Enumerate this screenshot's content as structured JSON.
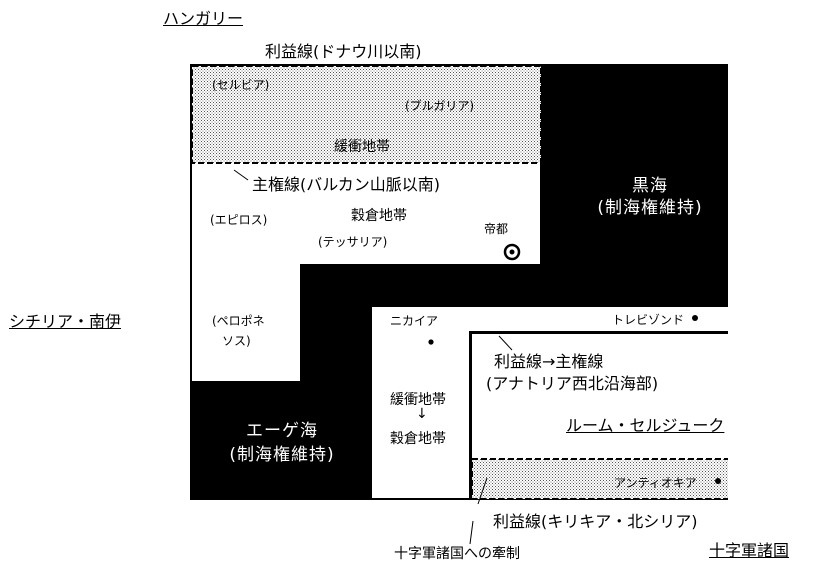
{
  "regions": {
    "hungary": "ハンガリー",
    "sicily_south_italy": "シチリア・南伊",
    "rum_seljuk": "ルーム・セルジューク",
    "crusader_states": "十字軍諸国"
  },
  "lines": {
    "danube": "利益線(ドナウ川以南)",
    "balkan_main": "主権線(バルカン山脈以南)",
    "anatolia_l1": "利益線→主権線",
    "anatolia_l2": "(アナトリア西北沿海部)",
    "cilicia": "利益線(キリキア・北シリア)",
    "crusader_check": "十字軍諸国への牽制"
  },
  "areas": {
    "buffer": "緩衝地帯",
    "granary": "穀倉地帯",
    "serbia": "(セルビア)",
    "bulgaria": "(ブルガリア)",
    "epirus": "(エピロス)",
    "thessaly": "(テッサリア)",
    "peloponnese_l1": "(ペロポネ",
    "peloponnese_l2": "ソス)",
    "buffer_nicaea": "緩衝地帯",
    "arrow": "↓",
    "granary_nicaea": "穀倉地帯"
  },
  "seas": {
    "black_sea": "黒海",
    "black_sea_note": "(制海権維持)",
    "aegean_sea": "エーゲ海",
    "aegean_note": "(制海権維持)"
  },
  "cities": {
    "capital": "帝都",
    "nicaea": "ニカイア",
    "trebizond": "トレビゾンド",
    "antioch": "アンティオキア"
  }
}
